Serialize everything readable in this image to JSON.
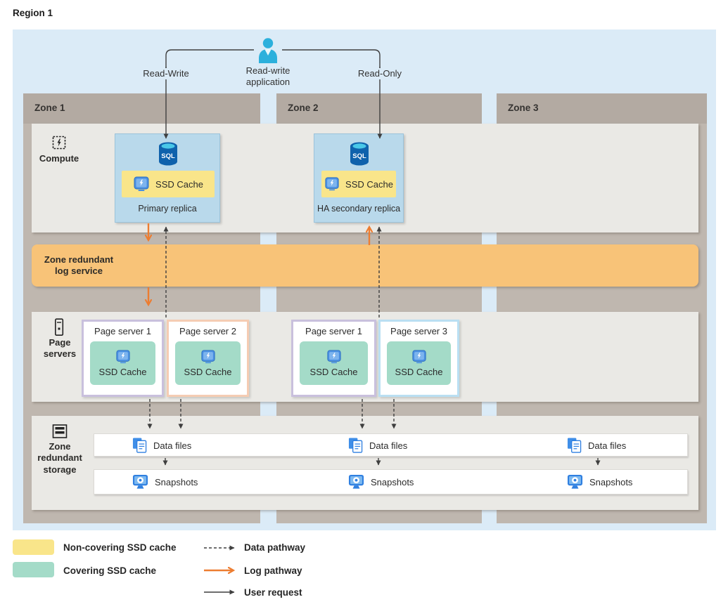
{
  "region": {
    "title": "Region 1"
  },
  "application": {
    "name_line1": "Read-write",
    "name_line2": "application",
    "read_write_label": "Read-Write",
    "read_only_label": "Read-Only"
  },
  "zones": {
    "zone1": "Zone 1",
    "zone2": "Zone 2",
    "zone3": "Zone 3"
  },
  "compute": {
    "section_label": "Compute",
    "sql_label": "SQL",
    "primary_replica": {
      "cache_label": "SSD Cache",
      "name": "Primary replica"
    },
    "ha_replica": {
      "cache_label": "SSD Cache",
      "name": "HA secondary replica"
    }
  },
  "log_service": {
    "label": "Zone redundant log service"
  },
  "page_servers": {
    "section_label": "Page servers",
    "zone1_server1": {
      "name": "Page server 1",
      "cache_label": "SSD Cache"
    },
    "zone1_server2": {
      "name": "Page server 2",
      "cache_label": "SSD Cache"
    },
    "zone2_server1": {
      "name": "Page server 1",
      "cache_label": "SSD Cache"
    },
    "zone2_server3": {
      "name": "Page server 3",
      "cache_label": "SSD Cache"
    }
  },
  "storage": {
    "section_label": "Zone redundant storage",
    "data_files_label": "Data files",
    "snapshots_label": "Snapshots"
  },
  "legend": {
    "non_covering": "Non-covering SSD cache",
    "covering": "Covering SSD cache",
    "data_pathway": "Data pathway",
    "log_pathway": "Log pathway",
    "user_request": "User request"
  },
  "colors": {
    "region_bg": "#dbebf7",
    "zone_column": "#bfb7af",
    "band_bg": "#eae9e5",
    "log_band": "#f8c378",
    "non_covering_cache": "#f9e58a",
    "covering_cache": "#a4dbc8",
    "replica_box": "#b9d9eb",
    "log_arrow": "#ed7d31",
    "data_arrow": "#3f3f3f",
    "server1_border": "#c9c0dd",
    "server2_border": "#f5ccb3",
    "server3_border": "#badff2"
  }
}
